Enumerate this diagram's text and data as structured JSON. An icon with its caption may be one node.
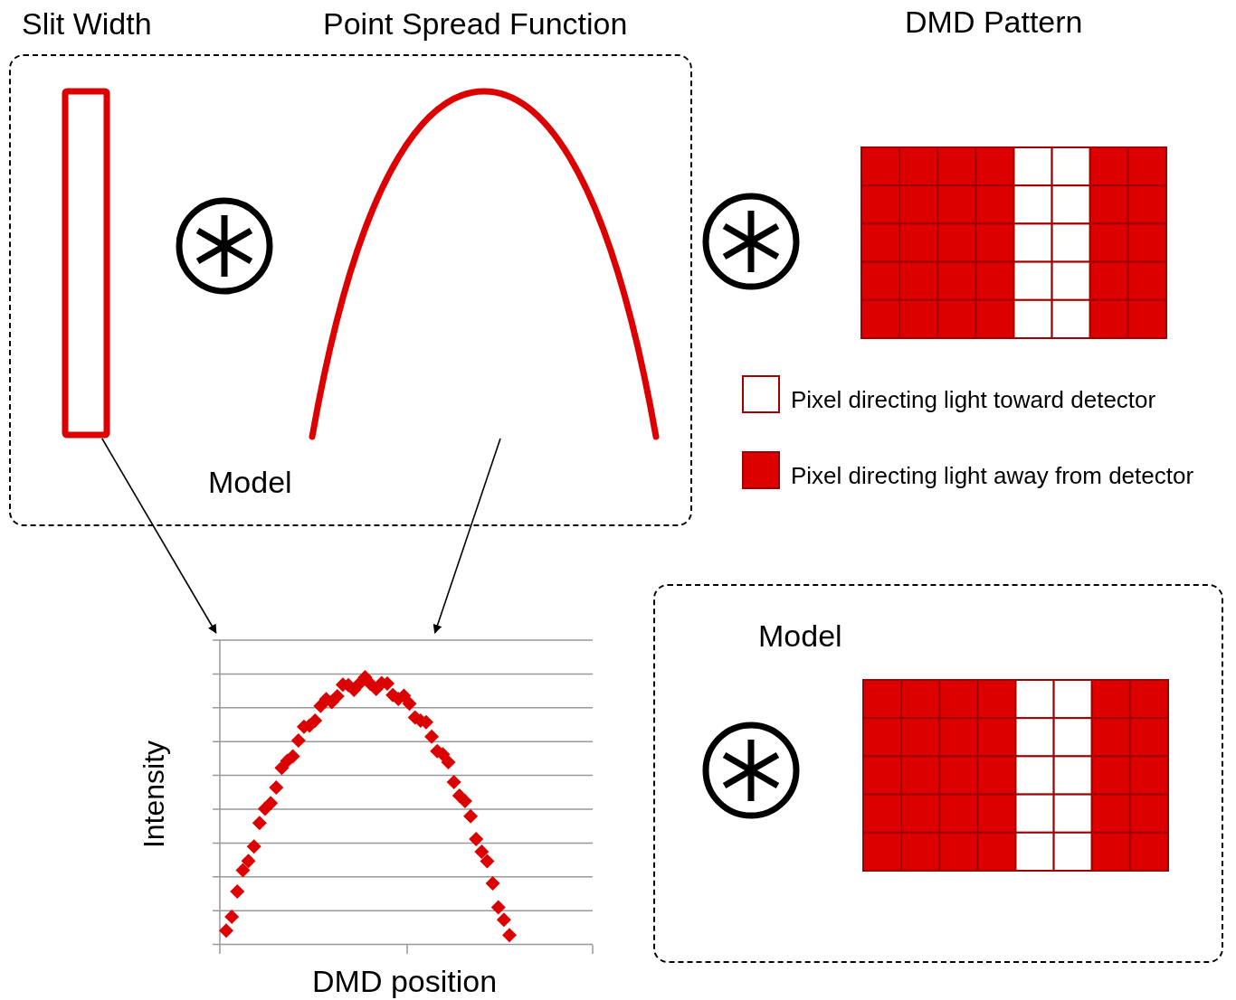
{
  "diagram": {
    "nodes": [
      {
        "text": [
          "Model"
        ]
      },
      {
        "text": [
          "Slit Width"
        ],
        "in": 0
      },
      {
        "text": [
          "Point Spread Function"
        ],
        "in": 0
      },
      {
        "text": [
          "DMD Pattern"
        ]
      },
      {
        "text": [
          "Intensity",
          "DMD position"
        ]
      },
      {
        "text": [
          "Model"
        ]
      },
      {
        "text": [],
        "shape": "box",
        "in": 5
      }
    ],
    "edges": [
      {
        "from": 1,
        "to": 4,
        "arrow": "to"
      },
      {
        "from": 2,
        "to": 4,
        "arrow": "to"
      }
    ],
    "legend": [
      {
        "text": "Pixel directing light toward detector",
        "color": "#ffffff"
      },
      {
        "text": "Pixel directing light away from detector",
        "color": "#dd0000"
      }
    ]
  }
}
